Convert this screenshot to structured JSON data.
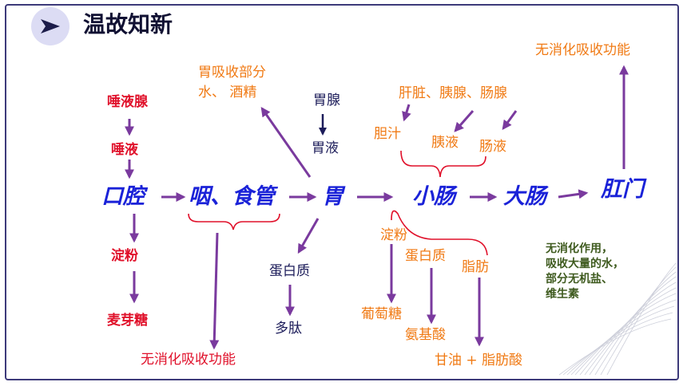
{
  "header": {
    "title": "温故知新"
  },
  "colors": {
    "purple": "#7a3a9e",
    "red": "#e0102a",
    "orange": "#f07a14",
    "blue": "#1a22d8",
    "navy": "#1c1c5a",
    "green": "#3e5a1e"
  },
  "mouth_chain": {
    "gland": "唾液腺",
    "secretion": "唾液",
    "starch": "淀粉",
    "product": "麦芽糖"
  },
  "main_chain": {
    "mouth": "口腔",
    "pharynx_esophagus": "咽、食管",
    "stomach": "胃",
    "small_intestine": "小肠",
    "large_intestine": "大肠",
    "anus": "肛门"
  },
  "pharynx_note": "无消化吸收功能",
  "stomach_absorb": {
    "line1": "胃吸收部分",
    "line2": "水、 酒精"
  },
  "stomach_gland": {
    "gland": "胃腺",
    "juice": "胃液",
    "protein": "蛋白质",
    "product": "多肽"
  },
  "small_intestine_inputs": {
    "organs": "肝脏、胰腺、肠腺",
    "bile": "胆汁",
    "pancreatic_juice": "胰液",
    "intestinal_juice": "肠液"
  },
  "small_intestine_digestion": {
    "starch": "淀粉",
    "protein": "蛋白质",
    "fat": "脂肪",
    "glucose": "葡萄糖",
    "amino_acid": "氨基酸",
    "glycerol": "甘油",
    "plus": "+",
    "fatty_acid": "脂肪酸"
  },
  "large_intestine_note": {
    "line1": "无消化作用，",
    "line2": "吸收大量的水，",
    "line3": "部分无机盐、",
    "line4": "维生素"
  },
  "anus_note": "无消化吸收功能"
}
